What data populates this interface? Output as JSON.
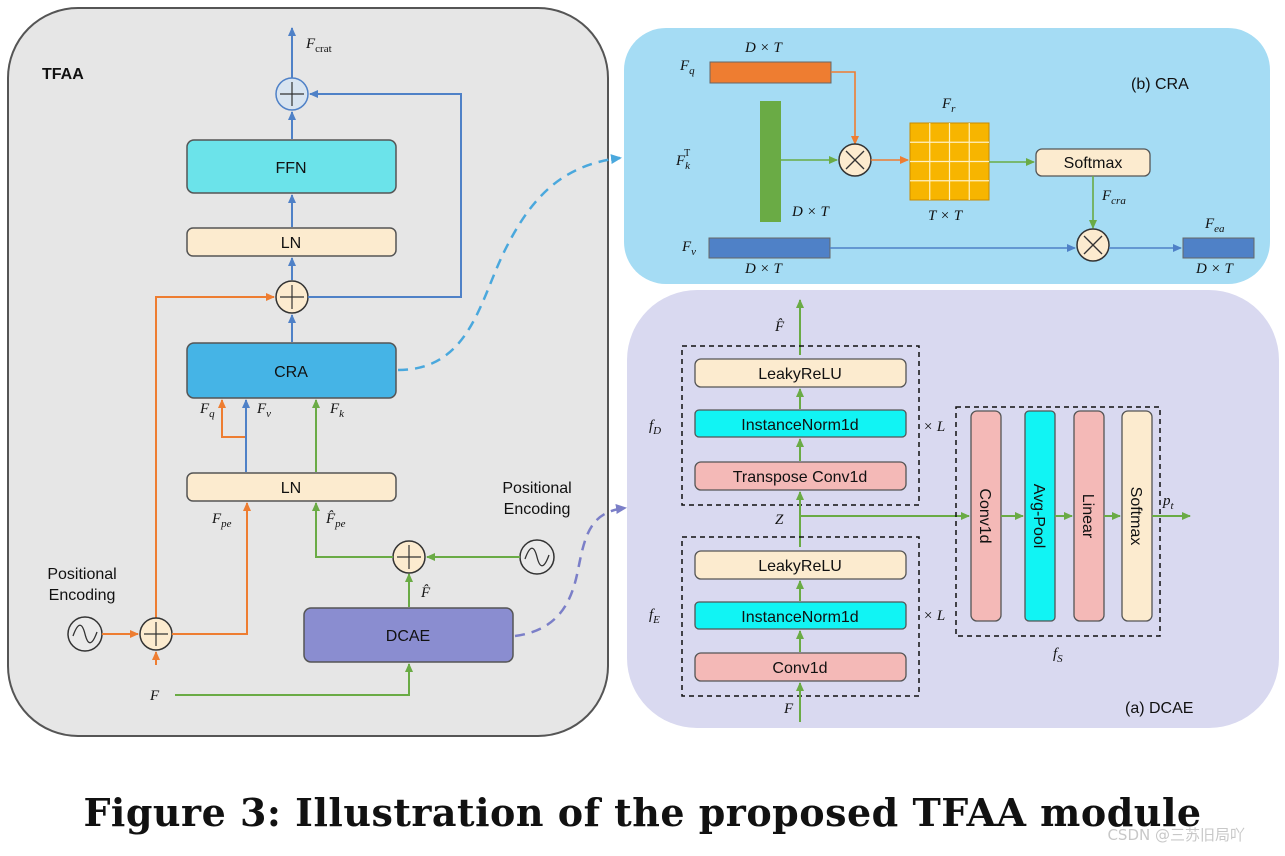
{
  "panels": {
    "tfaa": "TFAA",
    "cra": "(b) CRA",
    "dcae": "(a) DCAE"
  },
  "tfaa": {
    "output_label": "F_crat",
    "ffn": "FFN",
    "ln_top": "LN",
    "cra": "CRA",
    "ln_bottom": "LN",
    "dcae": "DCAE",
    "pos_enc_left": [
      "Positional",
      "Encoding"
    ],
    "pos_enc_right": [
      "Positional",
      "Encoding"
    ],
    "labels": {
      "fq": "F_q",
      "fv": "F_v",
      "fk": "F_k",
      "fpe": "F_pe",
      "fpe_hat": "F̂_pe",
      "f_hat": "F̂",
      "f": "F"
    }
  },
  "cra_panel": {
    "fq": "F_q",
    "fk": "F_k^T",
    "fv": "F_v",
    "fr": "F_r",
    "fcra": "F_cra",
    "fea": "F_ea",
    "dim_dt_q": "D × T",
    "dim_dt_k": "D × T",
    "dim_tt": "T × T",
    "dim_dt_v": "D × T",
    "dim_dt_out": "D × T",
    "softmax": "Softmax"
  },
  "dcae_panel": {
    "out_label": "F̂",
    "in_label": "F",
    "z_label": "Z",
    "fd": "f_D",
    "fe": "f_E",
    "fs": "f_S",
    "pt": "p_t",
    "times_l_top": "× L",
    "times_l_bottom": "× L",
    "decoder": [
      "LeakyReLU",
      "InstanceNorm1d",
      "Transpose Conv1d"
    ],
    "encoder": [
      "LeakyReLU",
      "InstanceNorm1d",
      "Conv1d"
    ],
    "classifier": [
      "Conv1d",
      "Avg-Pool",
      "Linear",
      "Softmax"
    ]
  },
  "caption": "Figure 3: Illustration of the proposed TFAA module",
  "watermark": "CSDN @三苏旧局吖",
  "colors": {
    "orange": "#ee7d31",
    "blue": "#4f81c7",
    "green": "#6aab45",
    "cra_bg": "#a5dcf4",
    "dcae_bg": "#d9d9f0",
    "tfaa_bg": "#e6e6e6"
  }
}
